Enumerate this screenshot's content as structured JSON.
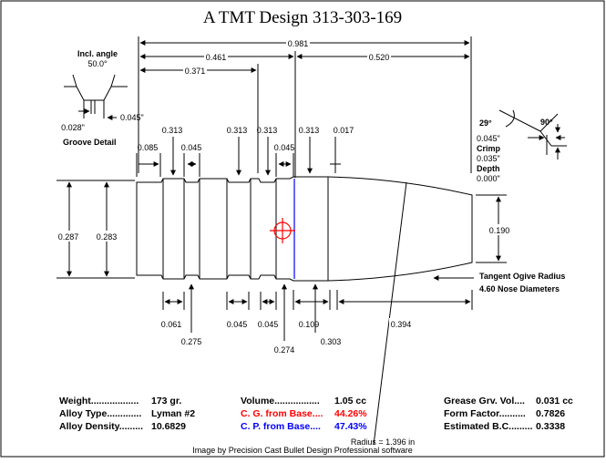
{
  "title": "A TMT Design   313-303-169",
  "credit": "Image by Precision Cast Bullet Design Professional software",
  "colors": {
    "red": "#ff0000",
    "blue": "#0000ff",
    "ink": "#000000"
  },
  "dims": {
    "overall_length": "0.981",
    "shank_length": "0.461",
    "nose_length": "0.520",
    "groove_span": "0.371",
    "base_diameter": "0.287",
    "body_diameter": "0.283",
    "meplat_diameter": "0.190",
    "band_1": "0.313",
    "band_2": "0.313",
    "band_3": "0.313",
    "band_4": "0.313",
    "crimp_offset": "0.017",
    "base_band": "0.085",
    "groove_1": "0.045",
    "groove_2": "0.045",
    "b_061": "0.061",
    "b_275": "0.275",
    "b_045a": "0.045",
    "b_045b": "0.045",
    "b_274": "0.274",
    "b_109": "0.109",
    "b_303": "0.303",
    "b_394": "0.394"
  },
  "groove_detail": {
    "angle_label": "Incl. angle",
    "angle_value": "50.0°",
    "width_a": "0.028\"",
    "width_b": "0.045\"",
    "caption": "Groove Detail"
  },
  "crimp_detail": {
    "angle_a": "29°",
    "angle_b": "90°",
    "crimp_width": "0.045\"",
    "crimp_label": "Crimp",
    "depth_value": "0.035\"",
    "depth_label": "Depth",
    "depth_extra": "0.000\""
  },
  "ogive": {
    "label_1": "Tangent Ogive Radius",
    "label_2": "4.60  Nose Diameters",
    "radius": "Radius = 1.396 in"
  },
  "stats": {
    "col1": [
      {
        "label": "Weight..................",
        "value": "173 gr."
      },
      {
        "label": "Alloy Type.............",
        "value": "Lyman #2"
      },
      {
        "label": "Alloy Density.........",
        "value": "10.6829"
      }
    ],
    "col2": [
      {
        "label": "Volume.................",
        "value": "1.05 cc"
      },
      {
        "label": "C. G. from Base....",
        "value": "44.26%"
      },
      {
        "label": "C. P. from Base....",
        "value": "47.43%"
      }
    ],
    "col3": [
      {
        "label": "Grease Grv. Vol....",
        "value": "0.031 cc"
      },
      {
        "label": "Form Factor..........",
        "value": "0.7826"
      },
      {
        "label": "Estimated B.C.........",
        "value": "0.3338"
      }
    ]
  }
}
